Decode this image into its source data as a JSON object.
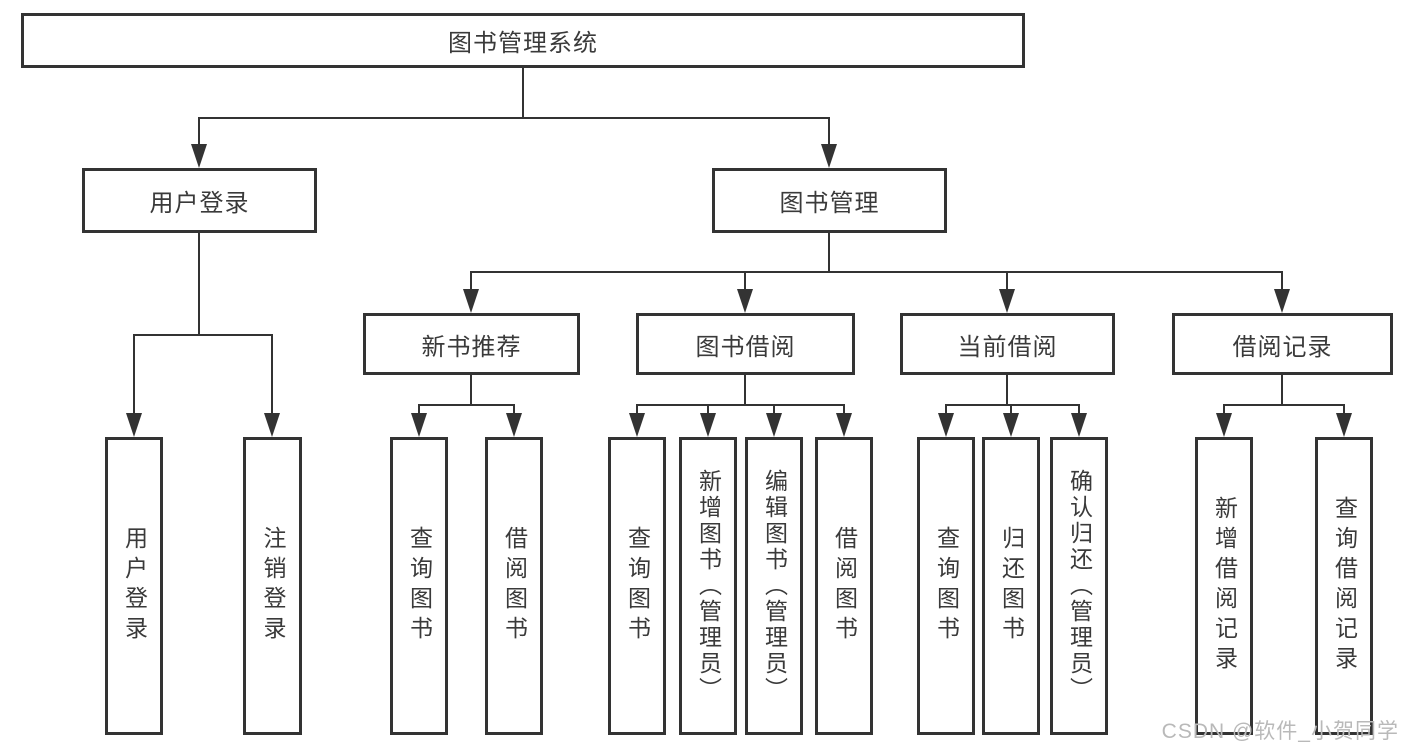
{
  "diagram": {
    "root_label": "图书管理系统",
    "level2": [
      {
        "label": "用户登录"
      },
      {
        "label": "图书管理"
      }
    ],
    "level3": [
      {
        "label": "新书推荐"
      },
      {
        "label": "图书借阅"
      },
      {
        "label": "当前借阅"
      },
      {
        "label": "借阅记录"
      }
    ],
    "leaves": [
      {
        "label": "用户登录"
      },
      {
        "label": "注销登录"
      },
      {
        "label": "查询图书"
      },
      {
        "label": "借阅图书"
      },
      {
        "label": "查询图书"
      },
      {
        "label": "新增图书（管理员）"
      },
      {
        "label": "编辑图书（管理员）"
      },
      {
        "label": "借阅图书"
      },
      {
        "label": "查询图书"
      },
      {
        "label": "归还图书"
      },
      {
        "label": "确认归还（管理员）"
      },
      {
        "label": "新增借阅记录"
      },
      {
        "label": "查询借阅记录"
      }
    ]
  },
  "watermark": {
    "text": "CSDN @软件_小贺同学"
  },
  "colors": {
    "line": "#333333",
    "text": "#3a3a3a",
    "watermark": "#b9b9b9",
    "background": "#ffffff"
  }
}
